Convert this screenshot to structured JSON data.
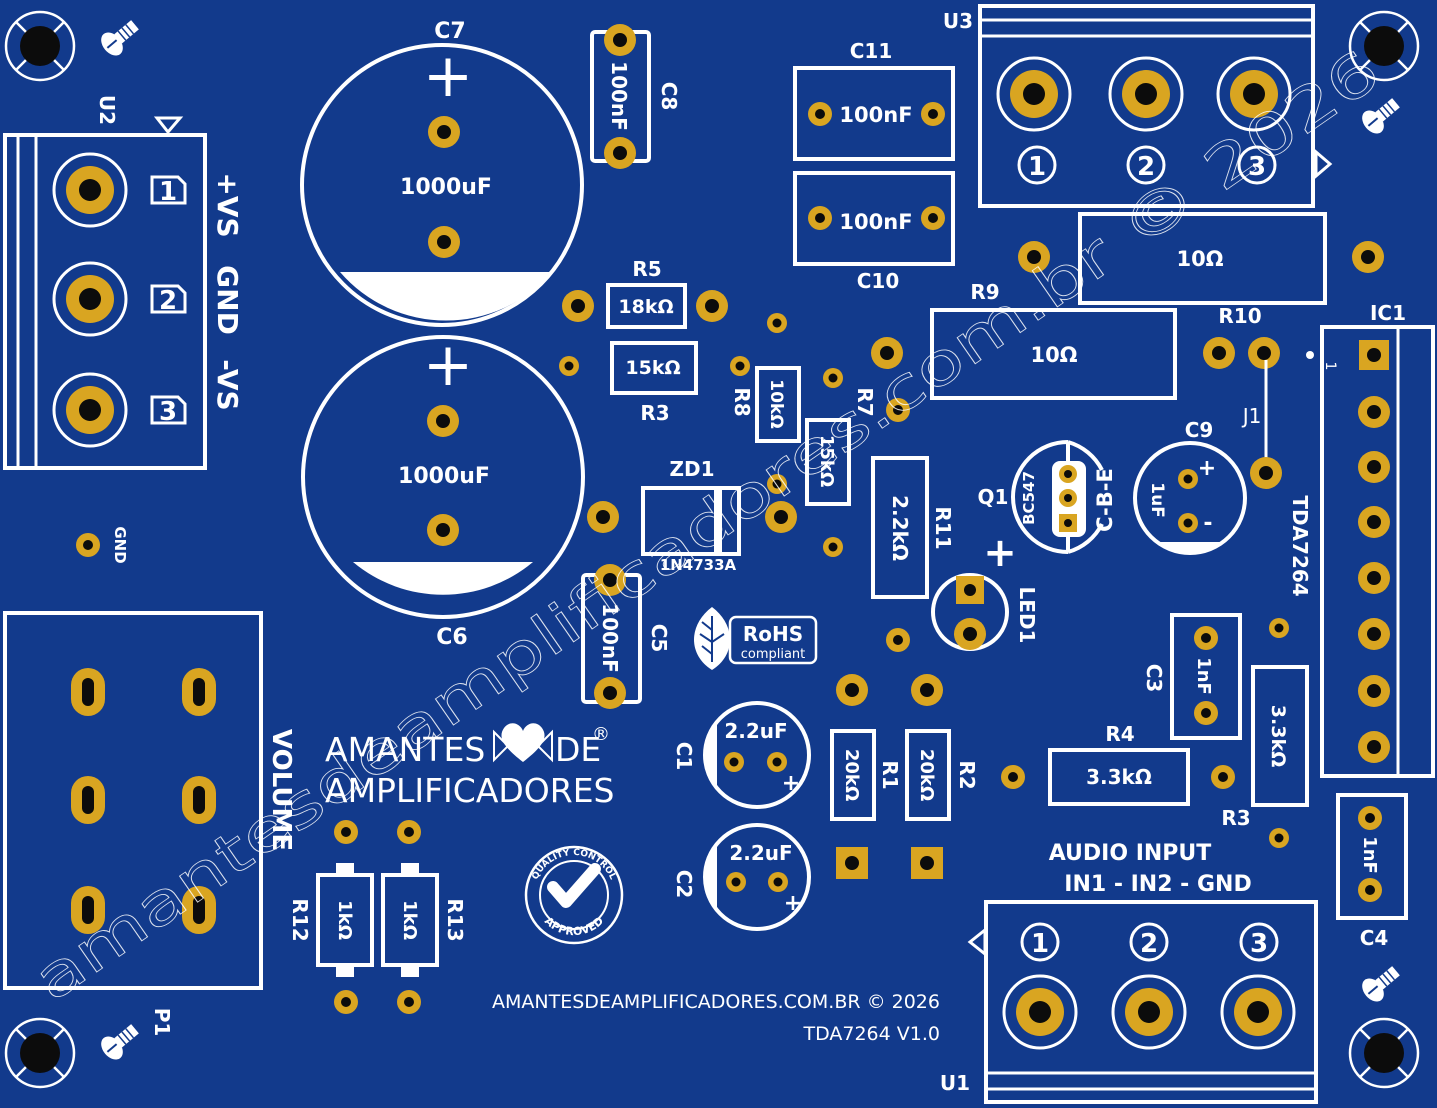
{
  "board": {
    "bg": "#123a8c",
    "silk": "#ffffff",
    "copper": "#d9a521",
    "hole": "#0c0c0c"
  },
  "u2": {
    "ref": "U2",
    "pins": [
      "1",
      "2",
      "3"
    ],
    "labels": [
      "+VS",
      "GND",
      "-VS"
    ]
  },
  "gnd_label": "GND",
  "c7": {
    "ref": "C7",
    "value": "1000uF",
    "plus": "+"
  },
  "c6": {
    "ref": "C6",
    "value": "1000uF",
    "plus": "+"
  },
  "c8": {
    "ref": "C8",
    "value": "100nF"
  },
  "c5": {
    "ref": "C5",
    "value": "100nF"
  },
  "c11": {
    "ref": "C11",
    "value": "100nF"
  },
  "c10": {
    "ref": "C10",
    "value": "100nF"
  },
  "u3": {
    "ref": "U3",
    "pins": [
      "1",
      "2",
      "3"
    ]
  },
  "r_top": {
    "value": "10Ω"
  },
  "r9": {
    "ref": "R9",
    "value": "10Ω"
  },
  "r10": {
    "ref": "R10"
  },
  "r5": {
    "ref": "R5",
    "value": "18kΩ"
  },
  "r3a": {
    "ref": "R3",
    "value": "15kΩ"
  },
  "r8": {
    "ref": "R8",
    "value": "10kΩ"
  },
  "r7": {
    "ref": "R7",
    "value": "15kΩ"
  },
  "r11": {
    "ref": "R11",
    "value": "2.2kΩ"
  },
  "zd1": {
    "ref": "ZD1",
    "part": "1N4733A"
  },
  "q1": {
    "ref": "Q1",
    "part": "BC547",
    "pinout": "C-B-E"
  },
  "c9": {
    "ref": "C9",
    "value": "1uF",
    "plus": "+",
    "minus": "-"
  },
  "led1": {
    "ref": "LED1",
    "plus": "+"
  },
  "ic1": {
    "ref": "IC1",
    "part": "TDA7264",
    "pin1": "1"
  },
  "j1": {
    "ref": "J1"
  },
  "c3": {
    "ref": "C3",
    "value": "1nF"
  },
  "c4": {
    "ref": "C4",
    "value": "1nF"
  },
  "r_right": {
    "value": "3.3kΩ"
  },
  "r4": {
    "ref": "R4",
    "value": "3.3kΩ"
  },
  "r3b": {
    "ref": "R3"
  },
  "r1": {
    "ref": "R1",
    "value": "20kΩ"
  },
  "r2": {
    "ref": "R2",
    "value": "20kΩ"
  },
  "c1": {
    "ref": "C1",
    "value": "2.2uF",
    "plus": "+"
  },
  "c2": {
    "ref": "C2",
    "value": "2.2uF",
    "plus": "+"
  },
  "p1": {
    "ref": "P1",
    "label": "VOLUME"
  },
  "r12": {
    "ref": "R12",
    "value": "1kΩ"
  },
  "r13": {
    "ref": "R13",
    "value": "1kΩ"
  },
  "u1": {
    "ref": "U1",
    "title": "AUDIO INPUT",
    "subtitle": "IN1 - IN2 - GND",
    "pins": [
      "1",
      "2",
      "3"
    ]
  },
  "logo": {
    "line1a": "AMANTES",
    "line1b": "DE",
    "reg": "®",
    "line2": "AMPLIFICADORES"
  },
  "rohs": {
    "title": "RoHS",
    "sub": "compliant"
  },
  "qc": {
    "top": "QUALITY CONTROL",
    "bottom": "APPROVED"
  },
  "footer": {
    "line1": "AMANTESDEAMPLIFICADORES.COM.BR © 2026",
    "line2": "TDA7264 V1.0"
  },
  "watermark": "amantesdeamplificadores.com.br © 2026"
}
